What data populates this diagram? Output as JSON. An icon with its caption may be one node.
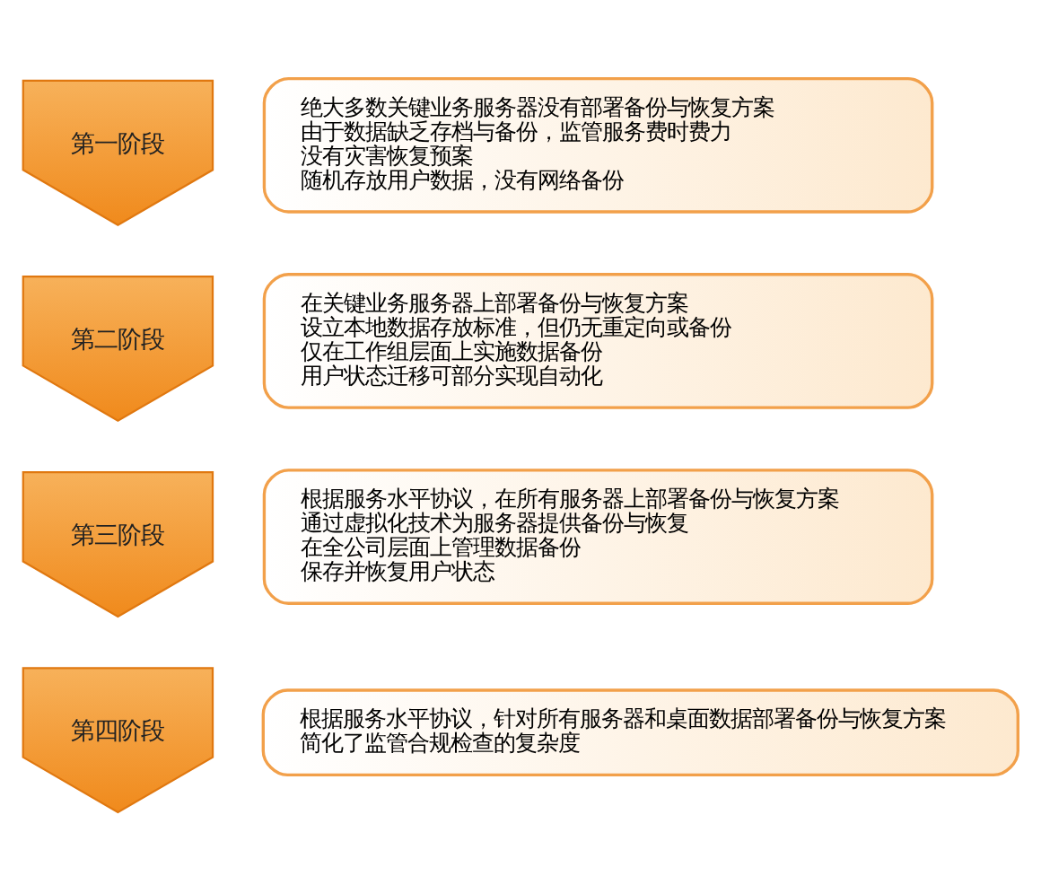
{
  "diagram": {
    "nodes": [
      {
        "text": [
          "第一阶段"
        ]
      },
      {
        "text": [
          "绝大多数关键业务服务器没有部署备份与恢复方案",
          "由于数据缺乏存档与备份，监管服务费时费力",
          "没有灾害恢复预案",
          "随机存放用户数据，没有网络备份"
        ]
      },
      {
        "text": [
          "第二阶段"
        ]
      },
      {
        "text": [
          "在关键业务服务器上部署备份与恢复方案",
          "设立本地数据存放标准，但仍无重定向或备份",
          "仅在工作组层面上实施数据备份",
          "用户状态迁移可部分实现自动化"
        ]
      },
      {
        "text": [
          "第三阶段"
        ]
      },
      {
        "text": [
          "根据服务水平协议，在所有服务器上部署备份与恢复方案",
          "通过虚拟化技术为服务器提供备份与恢复",
          "在全公司层面上管理数据备份",
          "保存并恢复用户状态"
        ]
      },
      {
        "text": [
          "第四阶段"
        ]
      },
      {
        "text": [
          "根据服务水平协议，针对所有服务器和桌面数据部署备份与恢复方案",
          "简化了监管合规检查的复杂度"
        ]
      }
    ]
  }
}
